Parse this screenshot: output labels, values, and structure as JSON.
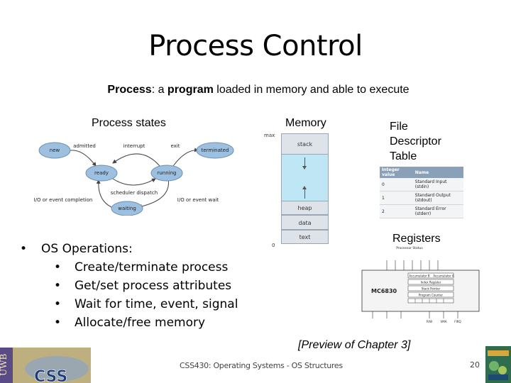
{
  "slide": {
    "title": "Process Control",
    "subtitle_bold_1": "Process",
    "subtitle_text_1": ": a ",
    "subtitle_bold_2": "program",
    "subtitle_text_2": " loaded in memory and able to execute",
    "process_states_label": "Process states",
    "memory_label": "Memory",
    "fd_label_1": "File",
    "fd_label_2": "Descriptor",
    "fd_label_3": "Table",
    "registers_label": "Registers",
    "preview_text": "[Preview of Chapter 3]",
    "footer_text": "CSS430: Operating Systems - OS Structures",
    "page_number": "20"
  },
  "bullets": {
    "top": "OS Operations:",
    "items": [
      "Create/terminate process",
      "Get/set process attributes",
      "Wait for time, event, signal",
      "Allocate/free memory"
    ]
  },
  "state_diagram": {
    "states": [
      "new",
      "ready",
      "running",
      "terminated",
      "waiting"
    ],
    "transitions": [
      "admitted",
      "interrupt",
      "exit",
      "scheduler dispatch",
      "I/O or event completion",
      "I/O or event wait"
    ]
  },
  "memory": {
    "max_label": "max",
    "zero_label": "0",
    "blocks": [
      "stack",
      "heap",
      "data",
      "text"
    ]
  },
  "fd_table": {
    "headers": [
      "Integer value",
      "Name"
    ],
    "rows": [
      [
        "0",
        "Standard Input (stdin)"
      ],
      [
        "1",
        "Standard Output (stdout)"
      ],
      [
        "2",
        "Standard Error (stderr)"
      ]
    ]
  },
  "registers": {
    "chip_label": "MC6830",
    "top_label": "Processor Status",
    "regs": [
      "Accumulator B",
      "Accumulator A",
      "Index Register",
      "Stack Pointer",
      "Program Counter"
    ],
    "bottom_labels": [
      "R/W",
      "VMA",
      "FIRQ"
    ]
  },
  "colors": {
    "accent_state": "#9dc0e0",
    "memory_fill": "#bfe6f4",
    "memory_gray": "#dde3e8"
  }
}
